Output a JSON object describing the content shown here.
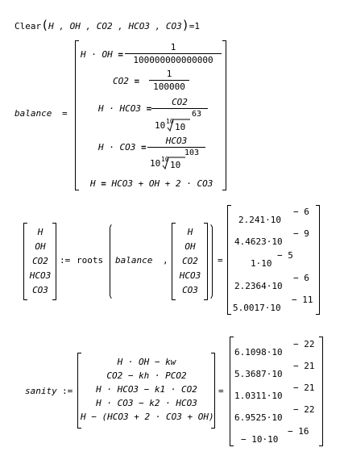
{
  "clear_line": {
    "fn": "Clear",
    "args": "H , OH , CO2 , HCO3 , CO3",
    "equals": "=",
    "result": "1"
  },
  "balance": {
    "name": "balance",
    "assign": "=",
    "eq1": {
      "lhs": "H · OH",
      "num": "1",
      "den": "100000000000000"
    },
    "eq2": {
      "lhs": "CO2",
      "num": "1",
      "den": "100000"
    },
    "eq3": {
      "lhs": "H · HCO3",
      "num": "CO2",
      "den_base": "10",
      "root_index": "10",
      "root_arg": "10",
      "den_exp": "63"
    },
    "eq4": {
      "lhs": "H · CO3",
      "num": "HCO3",
      "den_base": "10",
      "root_index": "10",
      "root_arg": "10",
      "den_exp": "103"
    },
    "eq5": {
      "lhs": "H",
      "rhs": "HCO3 + OH + 2 · CO3"
    }
  },
  "roots_block": {
    "vars": [
      "H",
      "OH",
      "CO2",
      "HCO3",
      "CO3"
    ],
    "assign": ":=",
    "fn": "roots",
    "arg1": "balance",
    "comma": ",",
    "equals": "=",
    "results": [
      {
        "mant": "2.241·10",
        "exp": "− 6"
      },
      {
        "mant": "4.4623·10",
        "exp": "− 9"
      },
      {
        "mant": "1·10",
        "exp": "− 5"
      },
      {
        "mant": "2.2364·10",
        "exp": "− 6"
      },
      {
        "mant": "5.0017·10",
        "exp": "− 11"
      }
    ]
  },
  "sanity_block": {
    "name": "sanity",
    "assign": ":=",
    "equals": "=",
    "exprs": [
      "H · OH − kw",
      "CO2 − kh · PCO2",
      "H · HCO3 − k1 · CO2",
      "H · CO3 − k2 · HCO3",
      "H − (HCO3 + 2 · CO3 + OH)"
    ],
    "results": [
      {
        "mant": "6.1098·10",
        "exp": "− 22"
      },
      {
        "mant": "5.3687·10",
        "exp": "− 21"
      },
      {
        "mant": "1.0311·10",
        "exp": "− 21"
      },
      {
        "mant": "6.9525·10",
        "exp": "− 22"
      },
      {
        "mant": "− 10·10",
        "exp": "− 16"
      }
    ]
  }
}
